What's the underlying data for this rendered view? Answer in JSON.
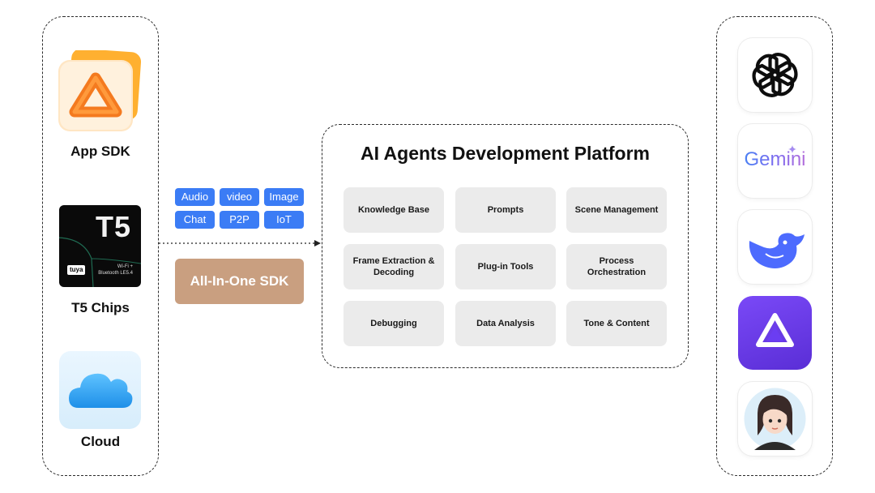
{
  "sources": {
    "app_sdk": {
      "label": "App SDK",
      "icon": "drive-triangle-icon"
    },
    "t5_chips": {
      "label": "T5 Chips",
      "chip_text": "T5",
      "brand": "tuya",
      "spec_line1": "Wi-Fi +",
      "spec_line2": "Bluetooth LE5.4",
      "icon": "chip-icon"
    },
    "cloud": {
      "label": "Cloud",
      "icon": "cloud-icon"
    }
  },
  "sdk_tags": [
    "Audio",
    "video",
    "Image",
    "Chat",
    "P2P",
    "IoT"
  ],
  "sdk_button_label": "All-In-One SDK",
  "platform": {
    "title": "AI Agents Development Platform",
    "modules": [
      "Knowledge Base",
      "Prompts",
      "Scene Management",
      "Frame Extraction & Decoding",
      "Plug-in Tools",
      "Process Orchestration",
      "Debugging",
      "Data Analysis",
      "Tone & Content"
    ]
  },
  "ai_models": {
    "chatgpt": {
      "icon": "openai-logo-icon"
    },
    "gemini": {
      "wordmark": "Gemini",
      "icon": "gemini-logo-icon"
    },
    "deepseek": {
      "icon": "deepseek-whale-icon"
    },
    "qwen": {
      "icon": "qwen-logo-icon"
    },
    "avatar": {
      "icon": "ai-avatar-icon"
    }
  },
  "colors": {
    "tag_blue": "#3b7cf5",
    "sdk_button": "#c99f80",
    "card_gray": "#ebebeb",
    "drive_orange": "#f47a1f",
    "cloud_blue": "#1e9bf0",
    "deepseek_blue": "#4d6bfe",
    "qwen_purple": "#6b3df2"
  }
}
